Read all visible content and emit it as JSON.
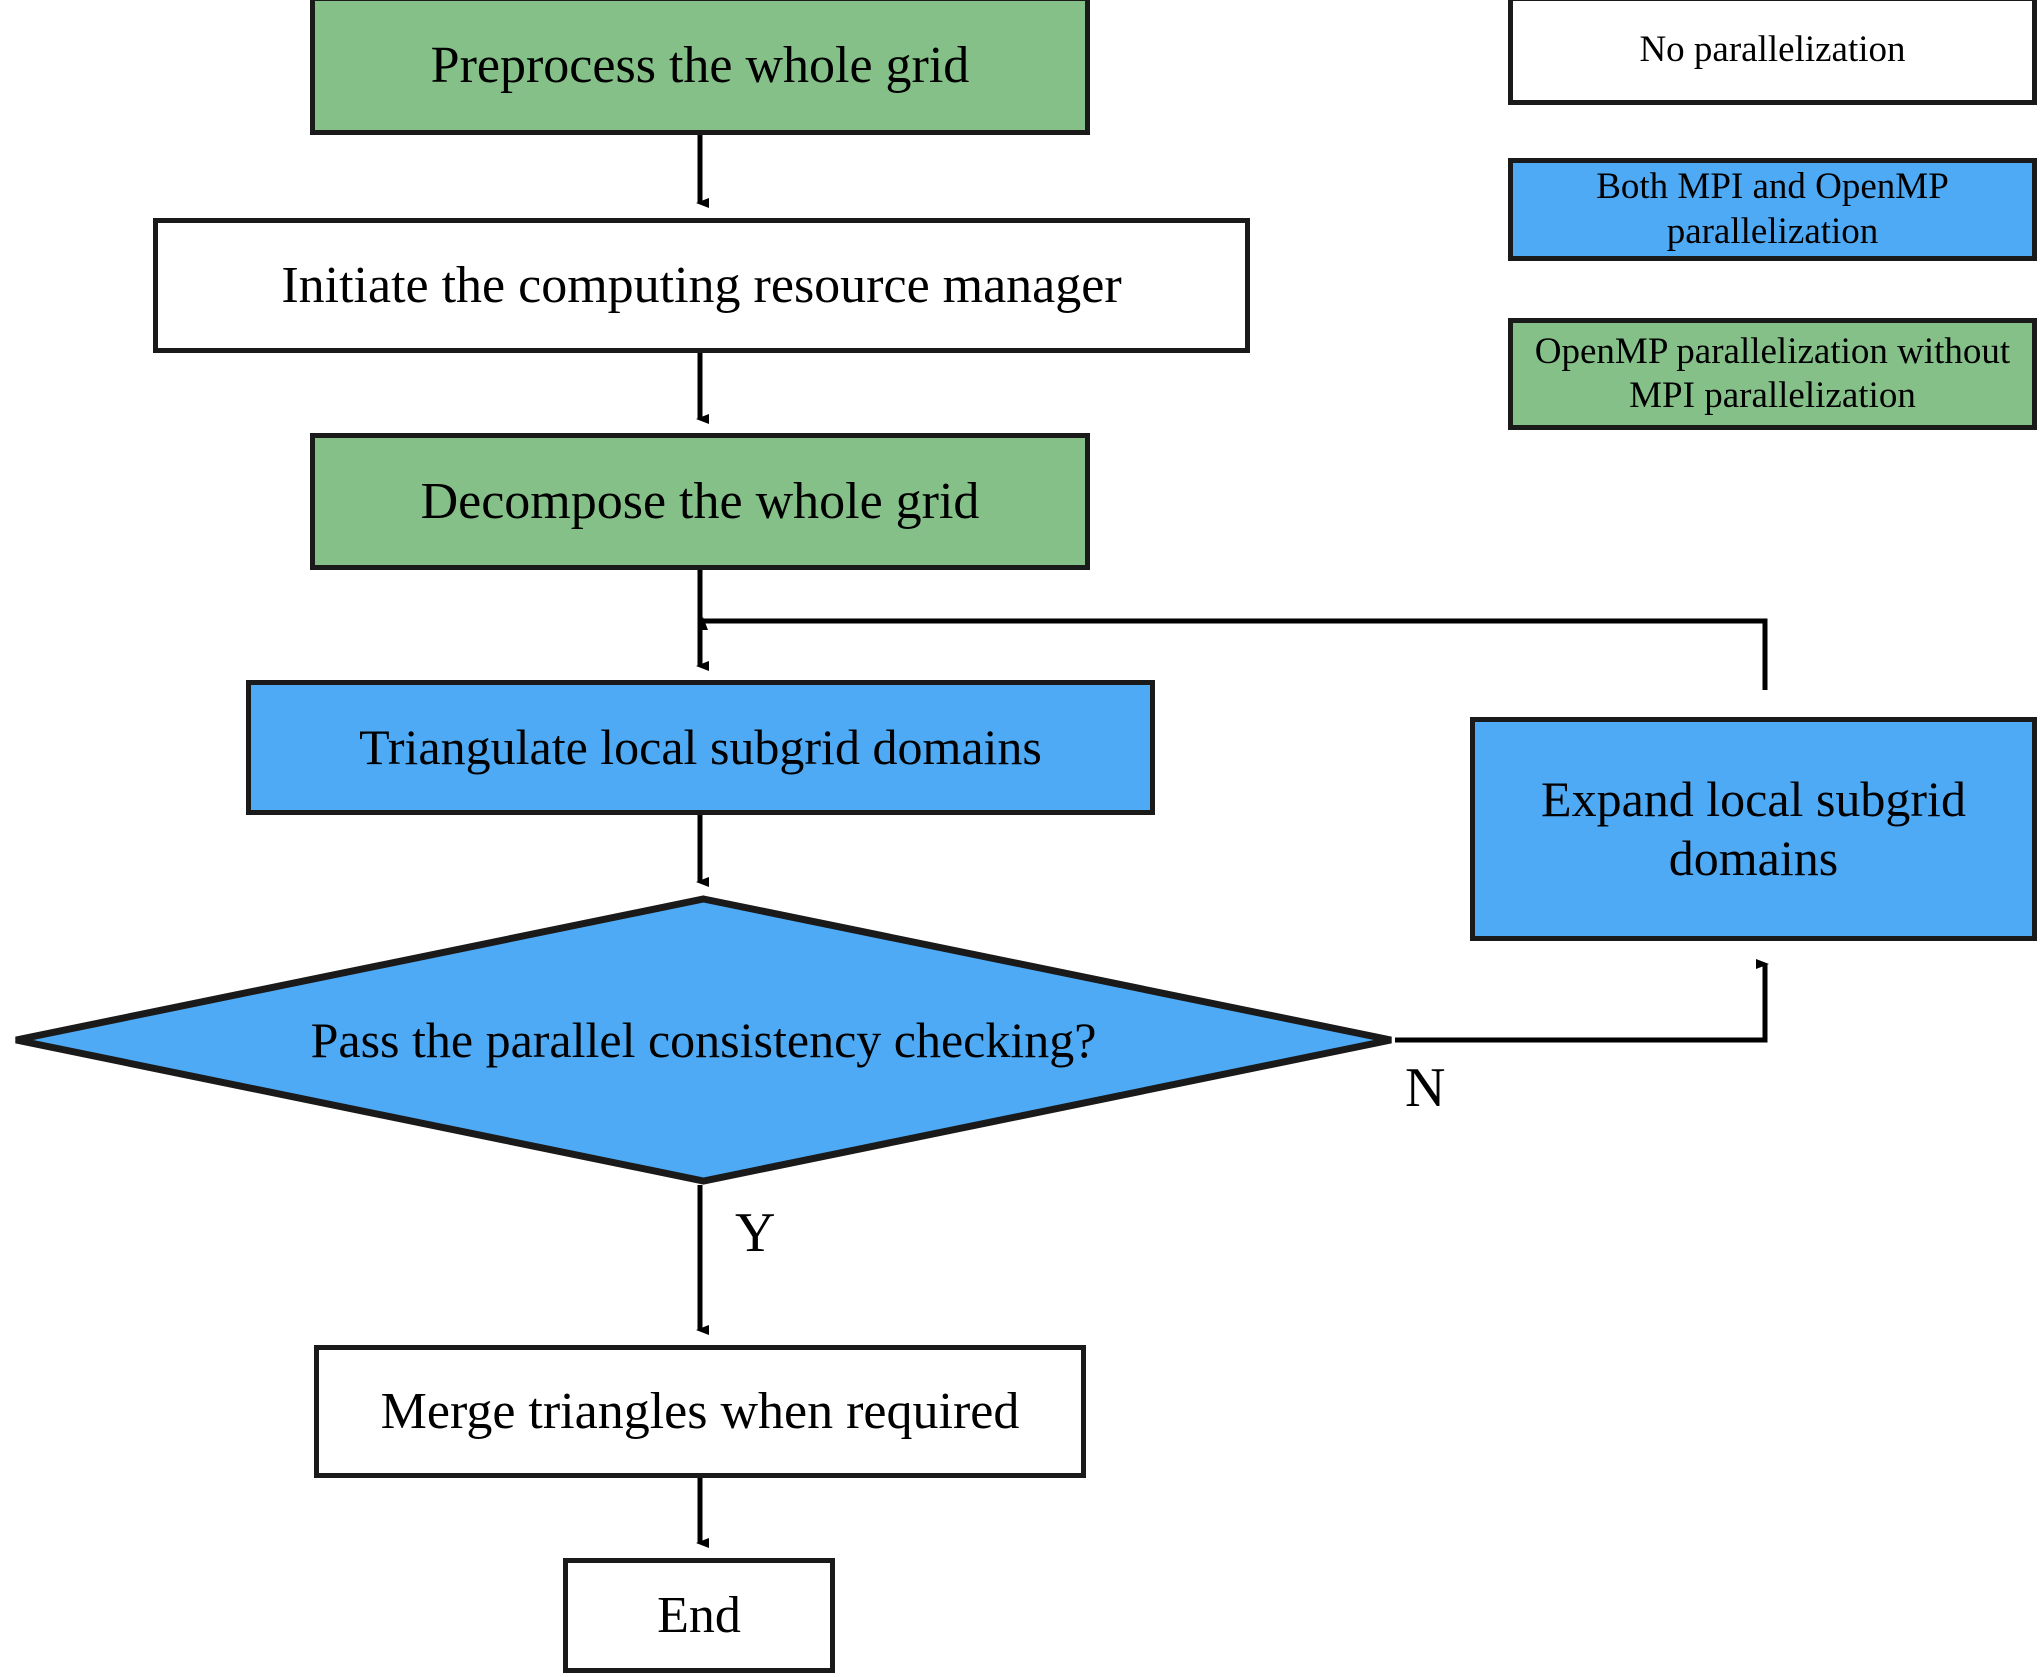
{
  "diagram": {
    "title": "Parallel grid triangulation workflow flowchart",
    "colors": {
      "green_fill": "#84c088",
      "blue_fill": "#4faaf5",
      "white_fill": "#ffffff",
      "stroke": "#1a1a1a",
      "text": "#000000"
    },
    "nodes": [
      {
        "id": "preprocess",
        "label": "Preprocess the whole grid",
        "shape": "rect",
        "fill": "green"
      },
      {
        "id": "initiate",
        "label": "Initiate the computing resource manager",
        "shape": "rect",
        "fill": "white"
      },
      {
        "id": "decompose",
        "label": "Decompose the whole grid",
        "shape": "rect",
        "fill": "green"
      },
      {
        "id": "triangulate",
        "label": "Triangulate local subgrid domains",
        "shape": "rect",
        "fill": "blue"
      },
      {
        "id": "check",
        "label": "Pass the parallel consistency checking?",
        "shape": "diamond",
        "fill": "blue"
      },
      {
        "id": "expand",
        "label": "Expand local subgrid domains",
        "shape": "rect",
        "fill": "blue"
      },
      {
        "id": "merge",
        "label": "Merge triangles when required",
        "shape": "rect",
        "fill": "white"
      },
      {
        "id": "end",
        "label": "End",
        "shape": "rect",
        "fill": "white"
      }
    ],
    "edge_labels": {
      "no_branch": "N",
      "yes_branch": "Y"
    }
  },
  "legend": {
    "items": [
      {
        "label": "No parallelization",
        "fill": "white"
      },
      {
        "label": "Both MPI and OpenMP parallelization",
        "fill": "blue"
      },
      {
        "label": "OpenMP parallelization without MPI parallelization",
        "fill": "green"
      }
    ]
  }
}
